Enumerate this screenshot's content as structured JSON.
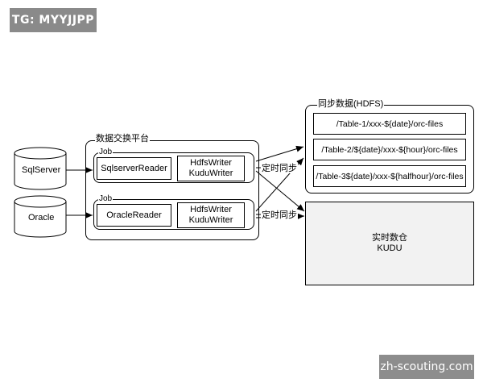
{
  "watermarks": {
    "top_left": "TG: MYYJJPP",
    "bottom_right": "zh-scouting.com"
  },
  "sources": [
    {
      "label": "SqlServer"
    },
    {
      "label": "Oracle"
    }
  ],
  "platform": {
    "title": "数据交换平台",
    "jobs": [
      {
        "label": "Job",
        "reader": "SqlserverReader",
        "writer_line1": "HdfsWriter",
        "writer_line2": "KuduWriter"
      },
      {
        "label": "Job",
        "reader": "OracleReader",
        "writer_line1": "HdfsWriter",
        "writer_line2": "KuduWriter"
      }
    ]
  },
  "edges": {
    "sync_label_1": "定时同步",
    "sync_label_2": "定时同步"
  },
  "hdfs": {
    "title": "同步数据(HDFS)",
    "tables": [
      "/Table-1/xxx-${date}/orc-files",
      "/Table-2/${date}/xxx-${hour}/orc-files",
      "/Table-3${date}/xxx-${halfhour}/orc-files"
    ]
  },
  "kudu": {
    "line1": "实时数仓",
    "line2": "KUDU"
  }
}
